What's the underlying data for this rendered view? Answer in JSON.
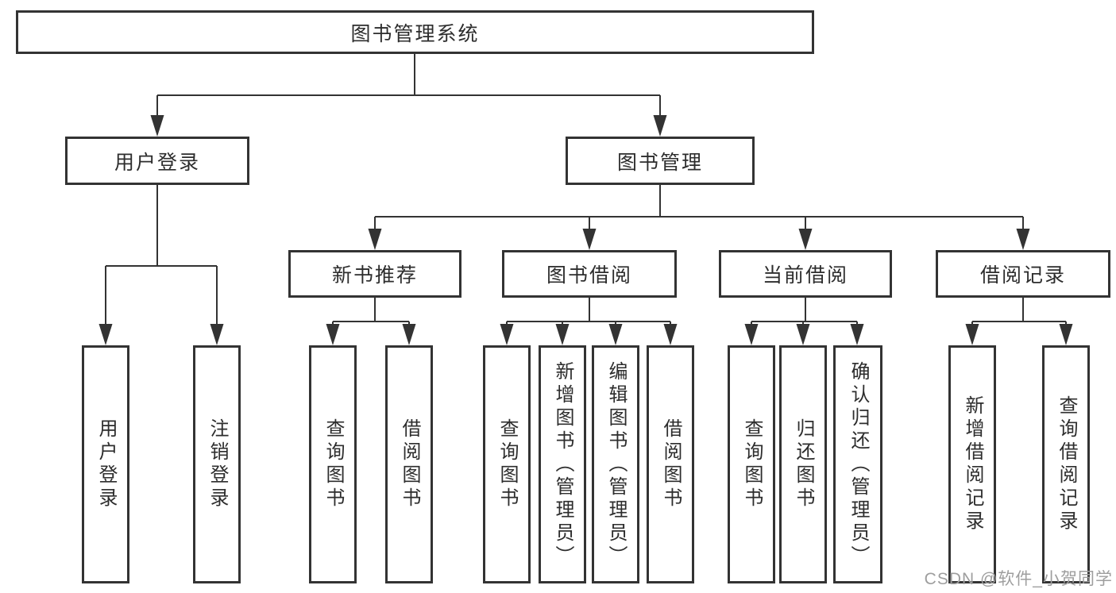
{
  "diagram": {
    "root": "图书管理系统",
    "nodes": {
      "user_login": "用户登录",
      "book_mgmt": "图书管理",
      "new_books": "新书推荐",
      "book_borrow": "图书借阅",
      "current_borrow": "当前借阅",
      "borrow_records": "借阅记录"
    },
    "leaves": {
      "user_login": [
        "用户登录",
        "注销登录"
      ],
      "new_books": [
        "查询图书",
        "借阅图书"
      ],
      "book_borrow": [
        "查询图书",
        "新增图书（管理员）",
        "编辑图书（管理员）",
        "借阅图书"
      ],
      "current_borrow": [
        "查询图书",
        "归还图书",
        "确认归还（管理员）"
      ],
      "borrow_records": [
        "新增借阅记录",
        "查询借阅记录"
      ]
    },
    "colors": {
      "line": "#333333",
      "box_border": "#333333",
      "text": "#2d2d2d",
      "watermark_text": "#9e9e9e"
    }
  },
  "watermark": "CSDN @软件_小贺同学"
}
